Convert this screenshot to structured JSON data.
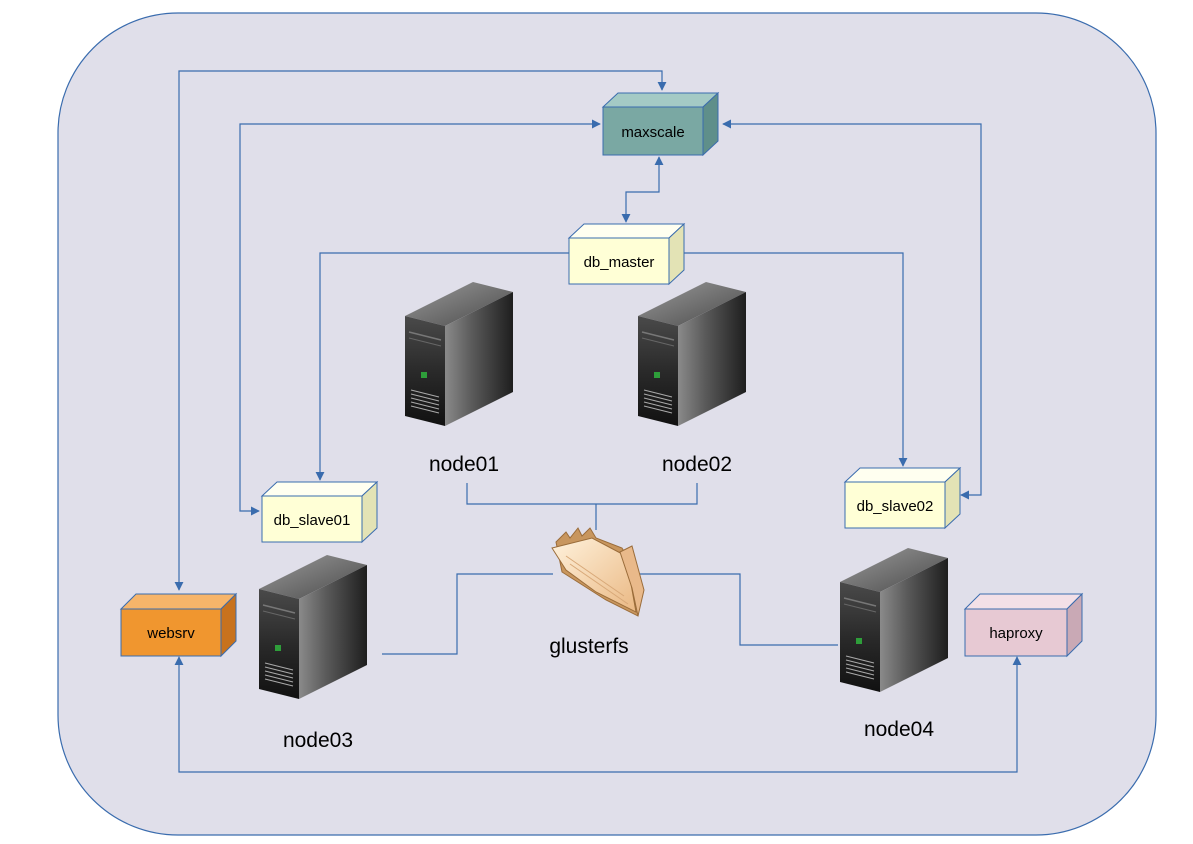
{
  "components": {
    "maxscale": {
      "label": "maxscale",
      "color": "#7aa8a3"
    },
    "db_master": {
      "label": "db_master",
      "color": "#ffffd6"
    },
    "db_slave01": {
      "label": "db_slave01",
      "color": "#ffffd6"
    },
    "db_slave02": {
      "label": "db_slave02",
      "color": "#ffffd6"
    },
    "websrv": {
      "label": "websrv",
      "color": "#f0962f"
    },
    "haproxy": {
      "label": "haproxy",
      "color": "#e7c9d3"
    }
  },
  "servers": {
    "node01": {
      "label": "node01"
    },
    "node02": {
      "label": "node02"
    },
    "node03": {
      "label": "node03"
    },
    "node04": {
      "label": "node04"
    }
  },
  "storage": {
    "label": "glusterfs"
  },
  "colors": {
    "background": "#e0dfea",
    "border": "#3a6cae",
    "connector": "#3a6cae"
  }
}
